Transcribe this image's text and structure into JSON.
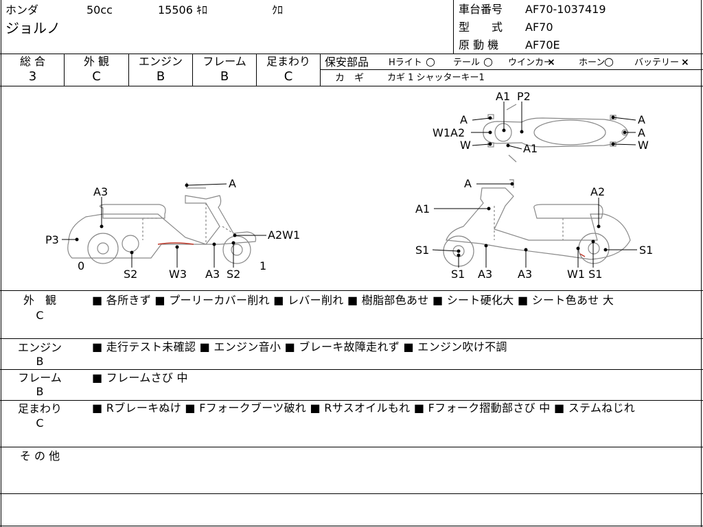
{
  "header": {
    "maker": "ホンダ",
    "displacement": "50cc",
    "mileage": "15506 ｷﾛ",
    "color": "ｸﾛ",
    "model_name": "ジョルノ",
    "chassis_label": "車台番号",
    "chassis_value": "AF70-1037419",
    "type_label": "型　　式",
    "type_value": "AF70",
    "engine_label": "原 動 機",
    "engine_value": "AF70E"
  },
  "grades": {
    "total_label": "総 合",
    "total_value": "3",
    "exterior_label": "外 観",
    "exterior_value": "C",
    "engine_label": "エンジン",
    "engine_value": "B",
    "frame_label": "フレーム",
    "frame_value": "B",
    "suspension_label": "足まわり",
    "suspension_value": "C"
  },
  "safety": {
    "label": "保安部品",
    "headlight": "Hライト",
    "headlight_mark": "○",
    "tail": "テール",
    "tail_mark": "○",
    "winker": "ウインカー",
    "winker_mark": "×",
    "horn": "ホーン",
    "horn_mark": "○",
    "battery": "バッテリー",
    "battery_mark": "×",
    "key_label": "カ　ギ",
    "key_value": "カギ 1  シャッターキー1"
  },
  "diagram": {
    "top": {
      "a1": "A1",
      "p2": "P2",
      "a_ll": "A",
      "w1a2": "W1A2",
      "w_l": "W",
      "a1_b": "A1",
      "a_r1": "A",
      "a_r2": "A",
      "w_r": "W"
    },
    "left": {
      "a": "A",
      "a3": "A3",
      "p3": "P3",
      "a2w1": "A2W1",
      "zero": "0",
      "one": "1",
      "s2_a": "S2",
      "w3": "W3",
      "a3_b": "A3",
      "s2_b": "S2"
    },
    "right": {
      "a": "A",
      "a1": "A1",
      "a2": "A2",
      "s1_l": "S1",
      "s1_r": "S1",
      "s1_b": "S1",
      "a3_a": "A3",
      "a3_b": "A3",
      "w1s1": "W1 S1"
    }
  },
  "sections": [
    {
      "label": "外　観",
      "grade": "C",
      "items": "■ 各所きず ■ プーリーカバー削れ ■ レバー削れ ■ 樹脂部色あせ ■ シート硬化大 ■ シート色あせ 大"
    },
    {
      "label": "エンジン",
      "grade": "B",
      "items": "■ 走行テスト未確認 ■ エンジン音小 ■ ブレーキ故障走れず ■ エンジン吹け不調"
    },
    {
      "label": "フレーム",
      "grade": "B",
      "items": "■ フレームさび 中"
    },
    {
      "label": "足まわり",
      "grade": "C",
      "items": "■ Rブレーキぬけ ■ Fフォークブーツ破れ ■ Rサスオイルもれ ■ Fフォーク摺動部さび 中 ■ ステムねじれ"
    },
    {
      "label": "そ の 他",
      "grade": "",
      "items": ""
    }
  ]
}
